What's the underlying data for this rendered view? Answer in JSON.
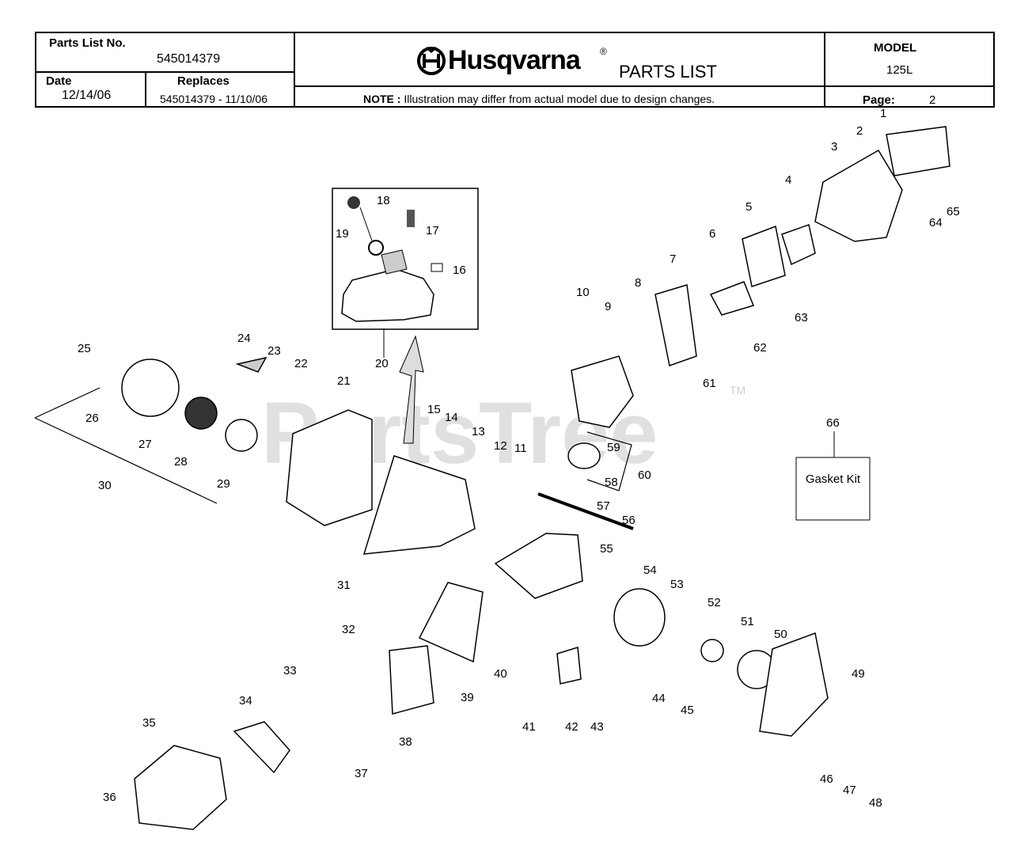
{
  "header": {
    "parts_list_no_label": "Parts List No.",
    "parts_list_no": "545014379",
    "date_label": "Date",
    "date": "12/14/06",
    "replaces_label": "Replaces",
    "replaces": "545014379 - 11/10/06",
    "brand": "Husqvarna",
    "brand_mark": "®",
    "title": "PARTS LIST",
    "note_label": "NOTE :",
    "note": "Illustration may differ from actual model due to design changes.",
    "model_label": "MODEL",
    "model": "125L",
    "page_label": "Page:",
    "page": "2"
  },
  "watermark": "PartsTree",
  "watermark_mark": "TM",
  "gasket_kit_label": "Gasket Kit",
  "callouts": [
    "1",
    "2",
    "3",
    "4",
    "5",
    "6",
    "7",
    "8",
    "9",
    "10",
    "11",
    "12",
    "13",
    "14",
    "15",
    "16",
    "17",
    "18",
    "19",
    "20",
    "21",
    "22",
    "23",
    "24",
    "25",
    "26",
    "27",
    "28",
    "29",
    "30",
    "31",
    "32",
    "33",
    "34",
    "35",
    "36",
    "37",
    "38",
    "39",
    "40",
    "41",
    "42",
    "43",
    "44",
    "45",
    "46",
    "47",
    "48",
    "49",
    "50",
    "51",
    "52",
    "53",
    "54",
    "55",
    "56",
    "57",
    "58",
    "59",
    "60",
    "61",
    "62",
    "63",
    "64",
    "65",
    "66"
  ]
}
